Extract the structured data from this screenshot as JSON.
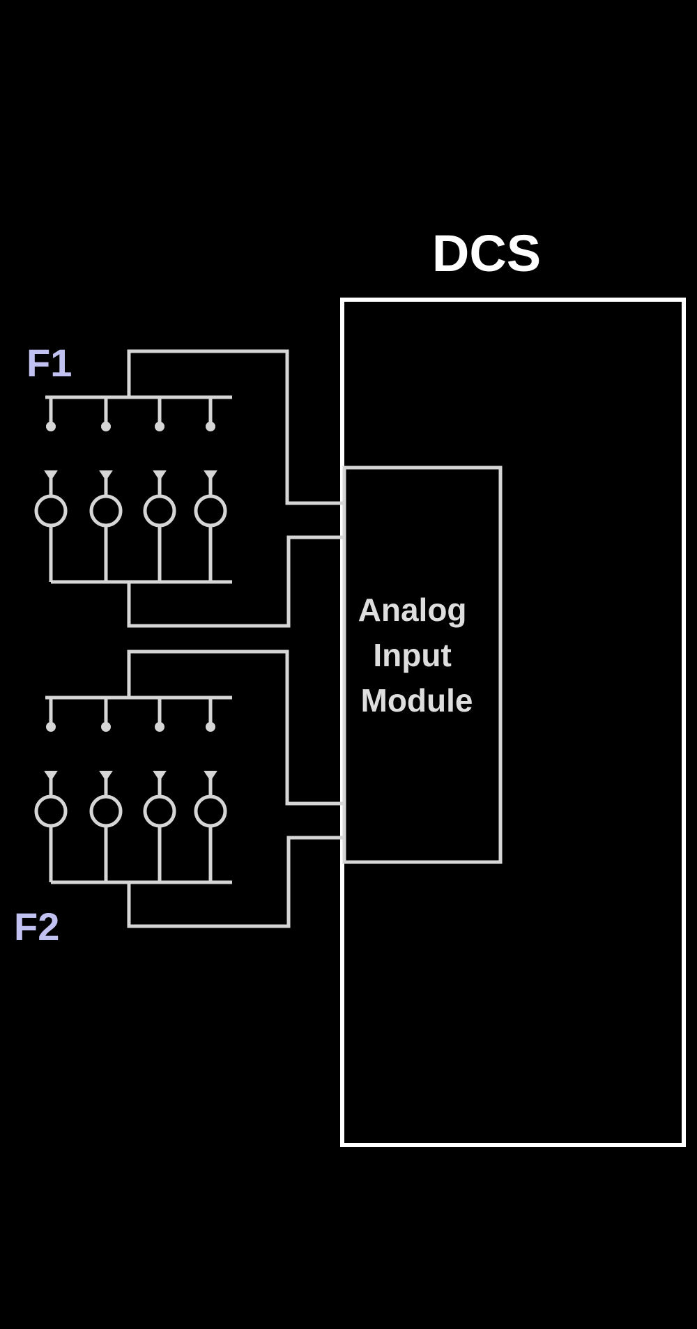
{
  "dcs": {
    "title": "DCS"
  },
  "module": {
    "lines": [
      "Analog",
      "Input",
      "Module"
    ]
  },
  "field_groups": [
    {
      "label": "F1"
    },
    {
      "label": "F2"
    }
  ],
  "colors": {
    "background": "#000000",
    "dcs_box": "#ffffff",
    "wiring": "#d6d6d6",
    "module_text": "#dedede",
    "group_label": "#c2c2f2"
  }
}
